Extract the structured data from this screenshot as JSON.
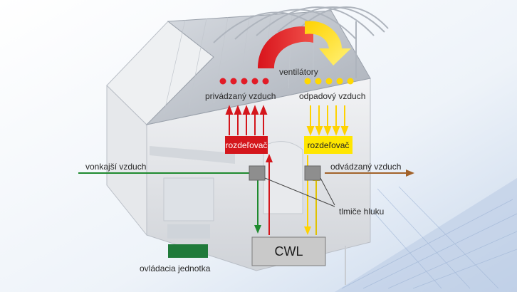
{
  "labels": {
    "fans": "ventilátory",
    "supply_air": "privádzaný vzduch",
    "exhaust_air": "odpadový vzduch",
    "distributor_left": "rozdeľovač",
    "distributor_right": "rozdeľovač",
    "outdoor_air": "vonkajší vzduch",
    "discharged_air": "odvádzaný vzduch",
    "silencers": "tlmiče hluku",
    "unit": "CWL",
    "control_unit": "ovládacia jednotka"
  },
  "colors": {
    "supply_red": "#d4161c",
    "exhaust_yellow": "#ffe600",
    "outdoor_green": "#1e8a2e",
    "discharge_brown": "#a2622a",
    "unit_gray": "#c9c9c9",
    "control_green": "#1f7a3a"
  }
}
